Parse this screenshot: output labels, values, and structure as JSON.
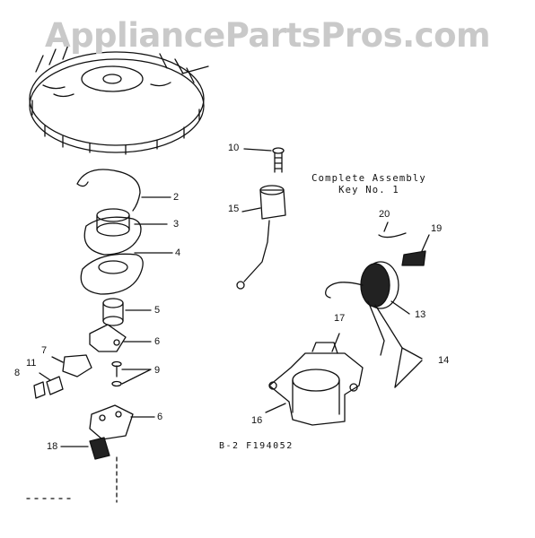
{
  "watermark": "AppliancePartsPros.com",
  "assembly_note": {
    "line1": "Complete Assembly",
    "line2": "Key No. 1"
  },
  "figure_code": "B-2  F194052",
  "callouts": {
    "c2": "2",
    "c3": "3",
    "c4": "4",
    "c5": "5",
    "c6a": "6",
    "c6b": "6",
    "c7": "7",
    "c8": "8",
    "c9": "9",
    "c10": "10",
    "c11": "11",
    "c13": "13",
    "c14": "14",
    "c15": "15",
    "c16": "16",
    "c17": "17",
    "c18": "18",
    "c19": "19",
    "c20": "20"
  }
}
